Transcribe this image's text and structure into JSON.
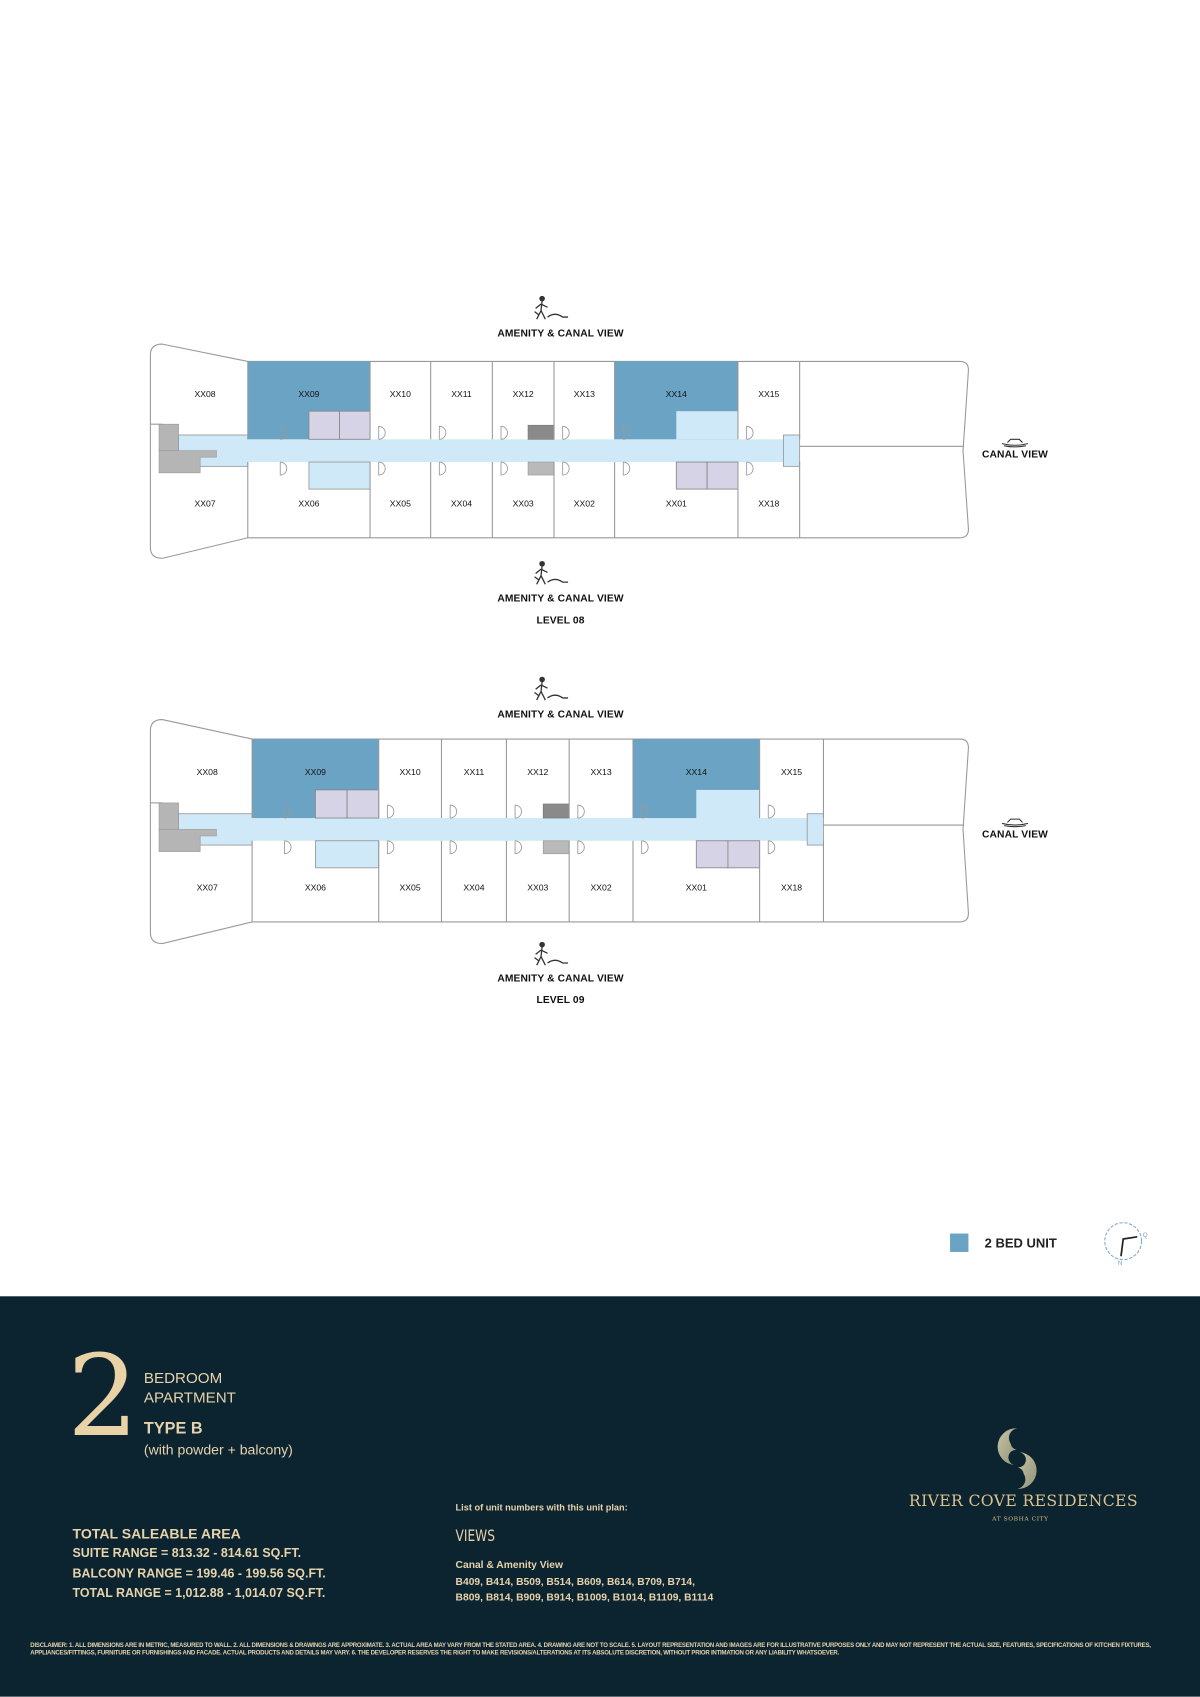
{
  "colors": {
    "two_bed": "#6aa3c4",
    "corridor": "#cfe9f8",
    "lavender": "#d6d3e6",
    "footer_bg": "#0c2330",
    "gold": "#e6d3ac"
  },
  "levels": [
    {
      "top_view": "AMENITY & CANAL VIEW",
      "bottom_view": "AMENITY & CANAL VIEW",
      "side_view": "CANAL VIEW",
      "level_label": "LEVEL 08",
      "top_units": [
        "XX08",
        "XX09",
        "XX10",
        "XX11",
        "XX12",
        "XX13",
        "XX14",
        "XX15"
      ],
      "bottom_units": [
        "XX07",
        "XX06",
        "XX05",
        "XX04",
        "XX03",
        "XX02",
        "XX01",
        "XX18"
      ],
      "highlighted": [
        "XX09",
        "XX14"
      ]
    },
    {
      "top_view": "AMENITY & CANAL VIEW",
      "bottom_view": "AMENITY & CANAL VIEW",
      "side_view": "CANAL VIEW",
      "level_label": "LEVEL 09",
      "top_units": [
        "XX08",
        "XX09",
        "XX10",
        "XX11",
        "XX12",
        "XX13",
        "XX14",
        "XX15"
      ],
      "bottom_units": [
        "XX07",
        "XX06",
        "XX05",
        "XX04",
        "XX03",
        "XX02",
        "XX01",
        "XX18"
      ],
      "highlighted": [
        "XX09",
        "XX14"
      ]
    }
  ],
  "icons": {
    "view": "amenity-figure-icon",
    "side": "canal-boat-icon",
    "compass": "north-compass-icon",
    "logo": "river-cove-logo"
  },
  "legend": {
    "label": "2 BED UNIT",
    "compass_n": "N"
  },
  "footer": {
    "bedrooms": "2",
    "line1": "BEDROOM",
    "line2": "APARTMENT",
    "type": "TYPE B",
    "subtype": "(with powder + balcony)",
    "area_title": "TOTAL SALEABLE AREA",
    "suite": "SUITE RANGE = 813.32 - 814.61 SQ.FT.",
    "balcony": "BALCONY RANGE = 199.46 - 199.56 SQ.FT.",
    "total": "TOTAL RANGE = 1,012.88 - 1,014.07 SQ.FT.",
    "list_title": "List of unit numbers with this unit plan:",
    "views_title": "VIEWS",
    "view_name": "Canal & Amenity View",
    "units_line1": "B409, B414, B509, B514, B609, B614, B709, B714,",
    "units_line2": "B809, B814, B909, B914, B1009, B1014, B1109, B1114",
    "brand": "RIVER COVE RESIDENCES",
    "brand_sub": "AT SOBHA CITY",
    "disclaimer": "DISCLAIMER: 1. ALL DIMENSIONS ARE IN METRIC, MEASURED TO WALL. 2. ALL DIMENSIONS & DRAWINGS ARE APPROXIMATE. 3. ACTUAL AREA MAY VARY FROM THE STATED AREA. 4. DRAWING ARE NOT TO SCALE. 5. LAYOUT REPRESENTATION AND IMAGES ARE FOR ILLUSTRATIVE PURPOSES ONLY AND MAY NOT REPRESENT THE ACTUAL SIZE, FEATURES, SPECIFICATIONS OF KITCHEN FIXTURES, APPLIANCES/FITTINGS, FURNITURE OR FURNISHINGS AND FACADE. ACTUAL PRODUCTS AND DETAILS MAY VARY. 6. THE DEVELOPER RESERVES THE RIGHT TO MAKE REVISIONS/ALTERATIONS AT ITS ABSOLUTE DISCRETION, WITHOUT PRIOR INTIMATION OR ANY LIABILITY WHATSOEVER."
  }
}
